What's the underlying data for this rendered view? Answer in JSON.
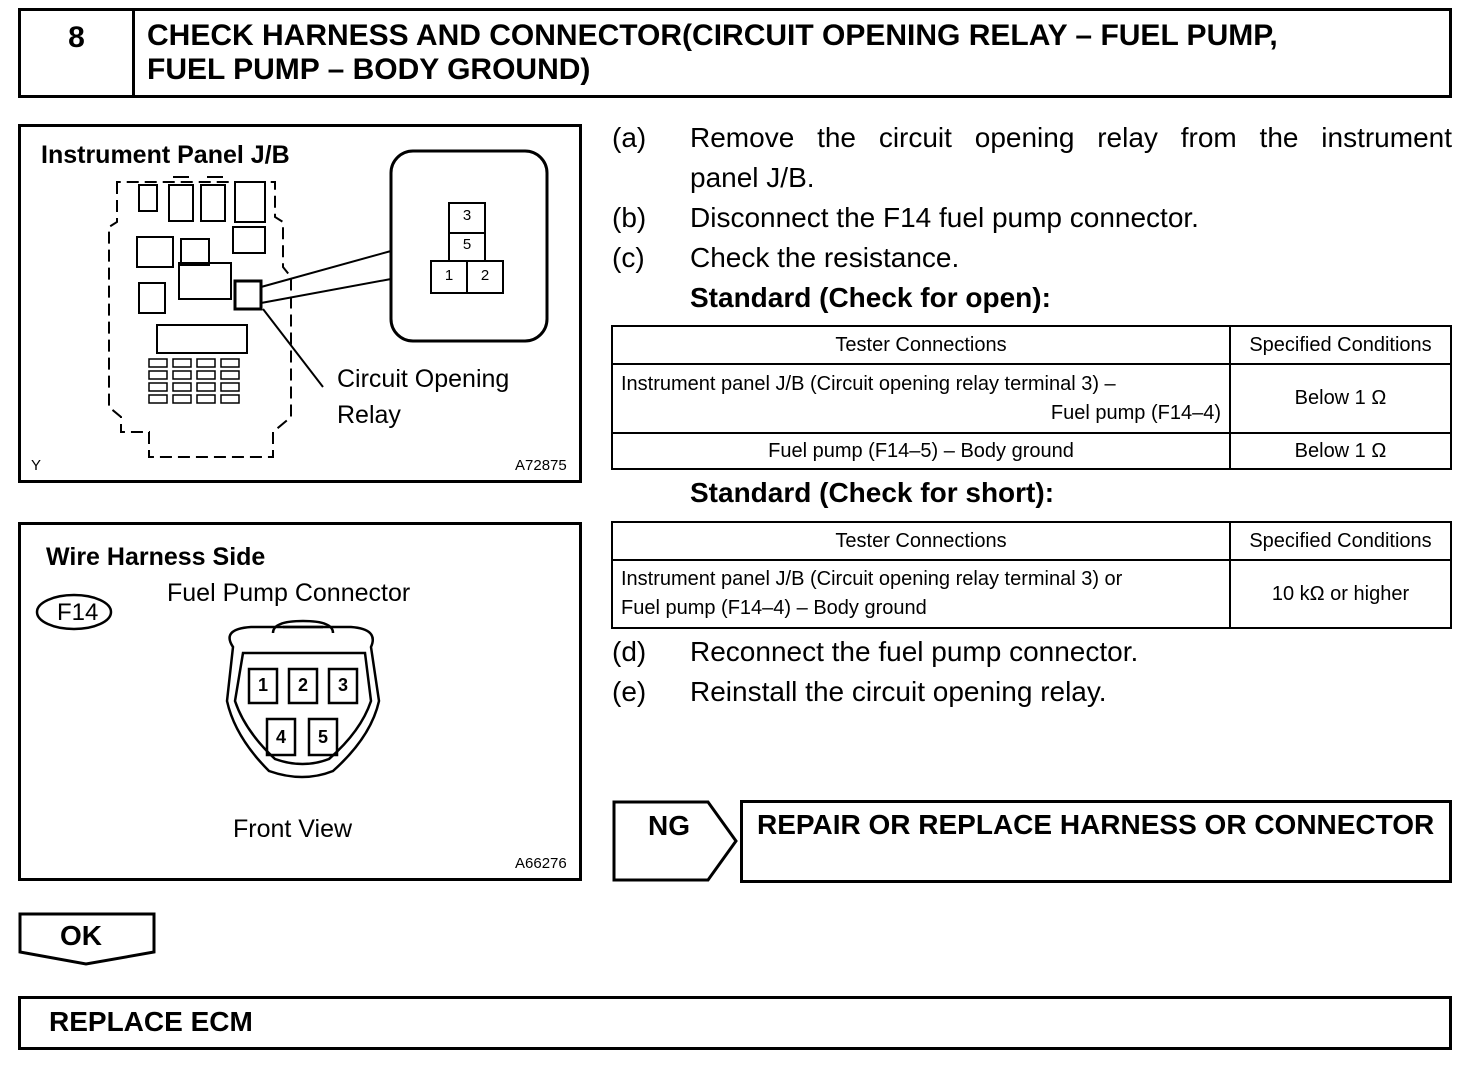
{
  "header": {
    "step_number": "8",
    "title_line1": "CHECK HARNESS AND CONNECTOR(CIRCUIT OPENING RELAY – FUEL PUMP,",
    "title_line2": "FUEL PUMP – BODY GROUND)"
  },
  "figure1": {
    "title": "Instrument Panel J/B",
    "relay_label_line1": "Circuit Opening",
    "relay_label_line2": "Relay",
    "terminals": [
      "3",
      "5",
      "1",
      "2"
    ],
    "corner_left": "Y",
    "code": "A72875"
  },
  "figure2": {
    "title": "Wire Harness Side",
    "connector_id": "F14",
    "connector_name": "Fuel Pump Connector",
    "pins": [
      "1",
      "2",
      "3",
      "4",
      "5"
    ],
    "view": "Front View",
    "code": "A66276"
  },
  "steps": [
    {
      "letter": "(a)",
      "text_line1": "Remove the circuit opening relay from the instrument",
      "text_line2": "panel J/B."
    },
    {
      "letter": "(b)",
      "text": "Disconnect the F14 fuel pump connector."
    },
    {
      "letter": "(c)",
      "text": "Check the resistance."
    },
    {
      "letter": "(d)",
      "text": "Reconnect the fuel pump connector."
    },
    {
      "letter": "(e)",
      "text": "Reinstall the circuit opening relay."
    }
  ],
  "standard_open": {
    "heading": "Standard (Check for open):",
    "col1": "Tester Connections",
    "col2": "Specified Conditions",
    "rows": [
      {
        "conn_line1": "Instrument panel J/B (Circuit opening relay terminal 3) –",
        "conn_line2": "Fuel pump (F14–4)",
        "cond": "Below 1 Ω"
      },
      {
        "conn": "Fuel pump (F14–5) – Body ground",
        "cond": "Below 1 Ω"
      }
    ]
  },
  "standard_short": {
    "heading": "Standard (Check for short):",
    "col1": "Tester Connections",
    "col2": "Specified Conditions",
    "rows": [
      {
        "conn_line1": "Instrument panel J/B (Circuit opening relay terminal 3) or",
        "conn_line2": "Fuel pump (F14–4) – Body ground",
        "cond": "10 kΩ or higher"
      }
    ]
  },
  "ng": {
    "label": "NG",
    "action": "REPAIR OR REPLACE HARNESS OR CONNECTOR"
  },
  "ok": {
    "label": "OK"
  },
  "final": {
    "action": "REPLACE ECM"
  }
}
